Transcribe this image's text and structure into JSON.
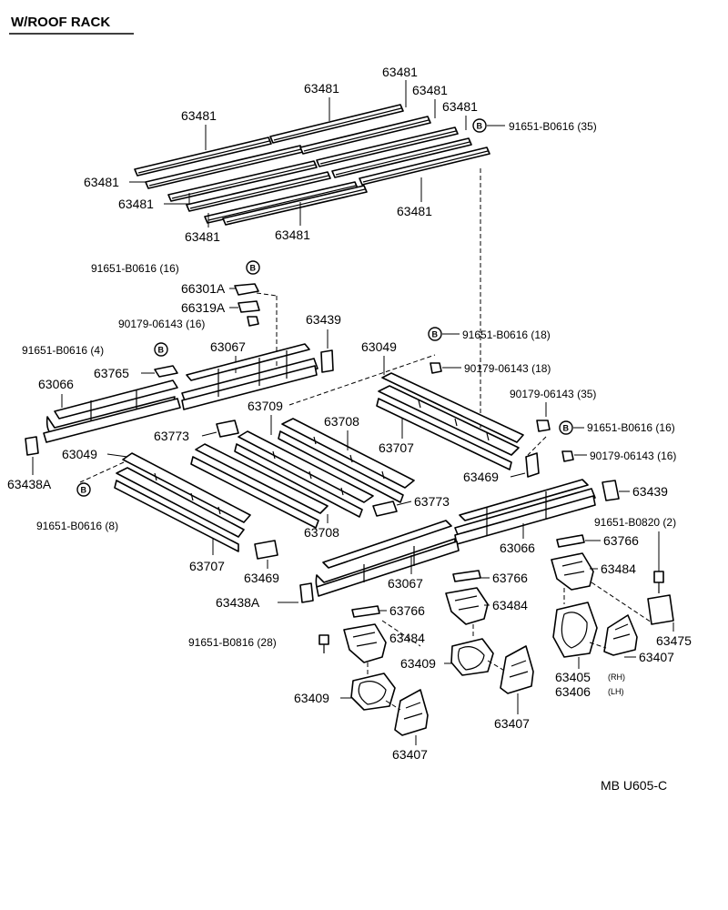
{
  "title": "W/ROOF RACK",
  "footer_code": "MB U605-C",
  "bolt_symbol": "B",
  "labels": {
    "p63481_a": "63481",
    "p63481_b": "63481",
    "p63481_c": "63481",
    "p63481_d": "63481",
    "p63481_e": "63481",
    "p63481_f": "63481",
    "p63481_g": "63481",
    "p63481_h": "63481",
    "p63481_i": "63481",
    "p63481_j": "63481",
    "bolt_91651_35": "91651-B0616 (35)",
    "bolt_91651_16_top": "91651-B0616 (16)",
    "p66301a": "66301A",
    "p66319a": "66319A",
    "nut_90179_16_left": "90179-06143 (16)",
    "p63439_top": "63439",
    "bolt_91651_4": "91651-B0616 (4)",
    "p63067_top": "63067",
    "p63765": "63765",
    "bolt_91651_18": "91651-B0616 (18)",
    "p63049_top": "63049",
    "nut_90179_18": "90179-06143 (18)",
    "p63066_left": "63066",
    "p63709": "63709",
    "p63708_top": "63708",
    "p63773_left": "63773",
    "p63707_top": "63707",
    "nut_90179_35": "90179-06143 (35)",
    "bolt_91651_16_right": "91651-B0616 (16)",
    "nut_90179_16_right": "90179-06143 (16)",
    "p63049_left": "63049",
    "p63438a_left": "63438A",
    "p63469_right": "63469",
    "p63439_right": "63439",
    "p63773_right": "63773",
    "bolt_91651_8": "91651-B0616 (8)",
    "p63708_bottom": "63708",
    "p63066_right": "63066",
    "bolt_91651_b0820": "91651-B0820 (2)",
    "p63766_right": "63766",
    "p63707_bottom": "63707",
    "p63469_left": "63469",
    "p63067_bottom": "63067",
    "p63766_mid": "63766",
    "p63484_right": "63484",
    "p63438a_bottom": "63438A",
    "p63484_mid": "63484",
    "p63766_left": "63766",
    "p63475": "63475",
    "bolt_91651_b0816": "91651-B0816 (28)",
    "p63484_left": "63484",
    "p63409_mid": "63409",
    "p63407_right": "63407",
    "p63405": "63405",
    "p63405_side": "(RH)",
    "p63406": "63406",
    "p63406_side": "(LH)",
    "p63409_left": "63409",
    "p63407_mid": "63407",
    "p63407_left": "63407"
  }
}
